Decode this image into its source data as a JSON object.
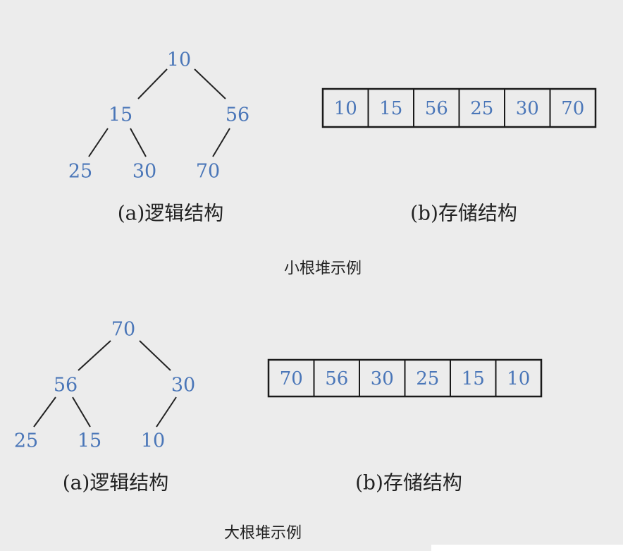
{
  "sections": [
    {
      "title": "小根堆示例",
      "tree_caption": "(a)逻辑结构",
      "array_caption": "(b)存储结构",
      "nodes": [
        "10",
        "15",
        "56",
        "25",
        "30",
        "70"
      ],
      "edges": [
        [
          0,
          1
        ],
        [
          0,
          2
        ],
        [
          1,
          3
        ],
        [
          1,
          4
        ],
        [
          2,
          5
        ]
      ],
      "array": [
        "10",
        "15",
        "56",
        "25",
        "30",
        "70"
      ]
    },
    {
      "title": "大根堆示例",
      "tree_caption": "(a)逻辑结构",
      "array_caption": "(b)存储结构",
      "nodes": [
        "70",
        "56",
        "30",
        "25",
        "15",
        "10"
      ],
      "edges": [
        [
          0,
          1
        ],
        [
          0,
          2
        ],
        [
          1,
          3
        ],
        [
          1,
          4
        ],
        [
          2,
          5
        ]
      ],
      "array": [
        "70",
        "56",
        "30",
        "25",
        "15",
        "10"
      ]
    }
  ]
}
